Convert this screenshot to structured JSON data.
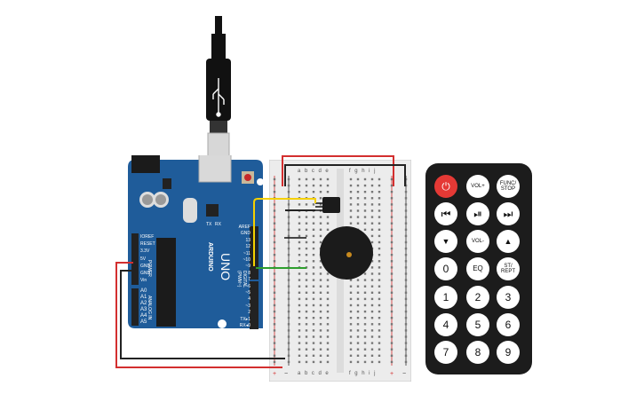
{
  "arduino": {
    "brand": "ARDUINO",
    "model": "UNO",
    "pin_labels_digital": [
      "AREF",
      "GND",
      "13",
      "12",
      "~11",
      "~10",
      "~9",
      "8",
      "7",
      "~6",
      "~5",
      "4",
      "~3",
      "2",
      "TX▸1",
      "RX◂0"
    ],
    "header_labels_power": [
      "IOREF",
      "RESET",
      "3.3V",
      "5V",
      "GND",
      "GND",
      "Vin"
    ],
    "header_labels_analog": [
      "A0",
      "A1",
      "A2",
      "A3",
      "A4",
      "A5"
    ],
    "power_group": "POWER",
    "analog_group": "ANALOG IN",
    "digital_group": "DIGITAL (PWM~)",
    "led_labels": [
      "TX",
      "RX"
    ]
  },
  "breadboard": {
    "col_letters_left": [
      "a",
      "b",
      "c",
      "d",
      "e"
    ],
    "col_letters_right": [
      "f",
      "g",
      "h",
      "i",
      "j"
    ],
    "rail_plus": "+",
    "rail_minus": "−"
  },
  "remote": {
    "buttons": [
      {
        "name": "power",
        "label": "⏻"
      },
      {
        "name": "vol-up",
        "label": "VOL+"
      },
      {
        "name": "func-stop",
        "label": "FUNC/\nSTOP"
      },
      {
        "name": "prev",
        "label": "⏮"
      },
      {
        "name": "play-pause",
        "label": "⏯"
      },
      {
        "name": "next",
        "label": "⏭"
      },
      {
        "name": "down",
        "label": "▼"
      },
      {
        "name": "vol-down",
        "label": "VOL-"
      },
      {
        "name": "up",
        "label": "▲"
      },
      {
        "name": "zero",
        "label": "0"
      },
      {
        "name": "eq",
        "label": "EQ"
      },
      {
        "name": "st-rept",
        "label": "ST/\nREPT"
      },
      {
        "name": "one",
        "label": "1"
      },
      {
        "name": "two",
        "label": "2"
      },
      {
        "name": "three",
        "label": "3"
      },
      {
        "name": "four",
        "label": "4"
      },
      {
        "name": "five",
        "label": "5"
      },
      {
        "name": "six",
        "label": "6"
      },
      {
        "name": "seven",
        "label": "7"
      },
      {
        "name": "eight",
        "label": "8"
      },
      {
        "name": "nine",
        "label": "9"
      }
    ]
  },
  "colors": {
    "board": "#1f5c9a",
    "wire_red": "#d32f2f",
    "wire_black": "#222222",
    "wire_yellow": "#f5d000",
    "wire_green": "#2e9e2e"
  }
}
